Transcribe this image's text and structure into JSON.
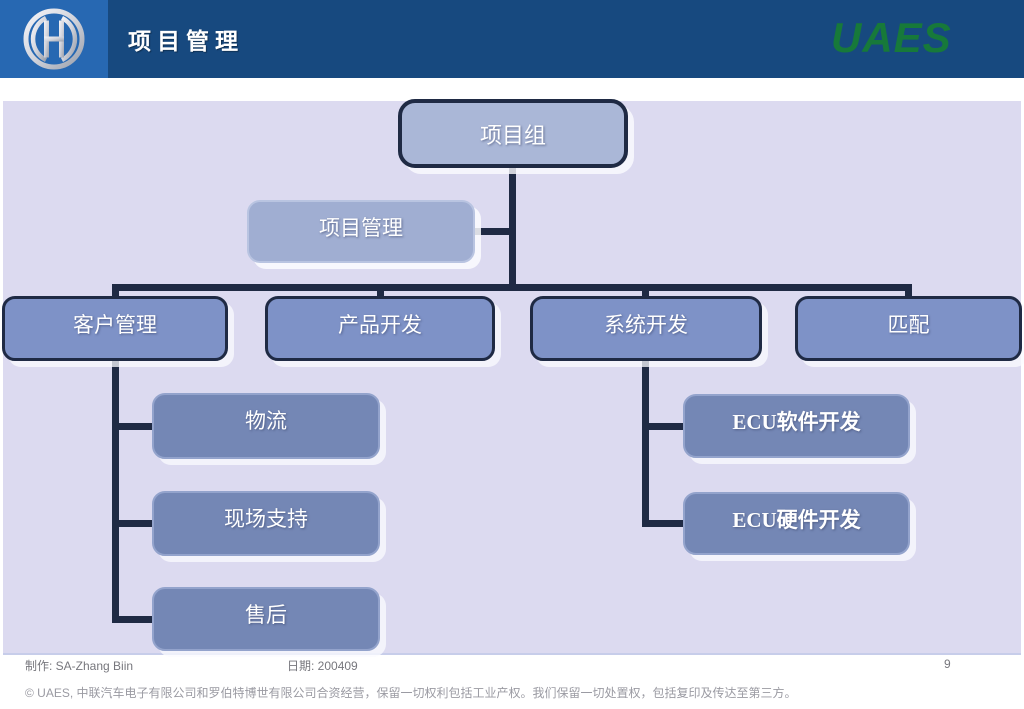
{
  "header": {
    "title": "项目管理",
    "brand": "UAES"
  },
  "org_chart": {
    "type": "org-tree",
    "nodes": {
      "root": "项目组",
      "staff": "项目管理",
      "customer": "客户管理",
      "product": "产品开发",
      "system": "系统开发",
      "matching": "匹配",
      "logistics": "物流",
      "field_support": "现场支持",
      "after_sales": "售后",
      "ecu_software": "ECU软件开发",
      "ecu_hardware": "ECU硬件开发"
    },
    "structure": {
      "root_children": [
        "customer",
        "product",
        "system",
        "matching"
      ],
      "root_assistant": "staff",
      "customer_children": [
        "logistics",
        "field_support",
        "after_sales"
      ],
      "system_children": [
        "ecu_software",
        "ecu_hardware"
      ]
    }
  },
  "footer": {
    "author": "制作: SA-Zhang Biin",
    "date": "日期: 200409",
    "page_number": "9",
    "copyright": "© UAES, 中联汽车电子有限公司和罗伯特博世有限公司合资经营，保留一切权利包括工业产权。我们保留一切处置权，包括复印及传达至第三方。"
  },
  "colors": {
    "header_bar": "#17497f",
    "logo_tile": "#2768b2",
    "brand_green": "#17793a",
    "panel_bg": "#dcdaf0",
    "connector": "#1f2a44",
    "node_root_fill": "#aab7d7",
    "node_staff_fill": "#a0aed2",
    "node_level2_fill": "#7e92c7",
    "node_child_fill": "#7487b5"
  }
}
